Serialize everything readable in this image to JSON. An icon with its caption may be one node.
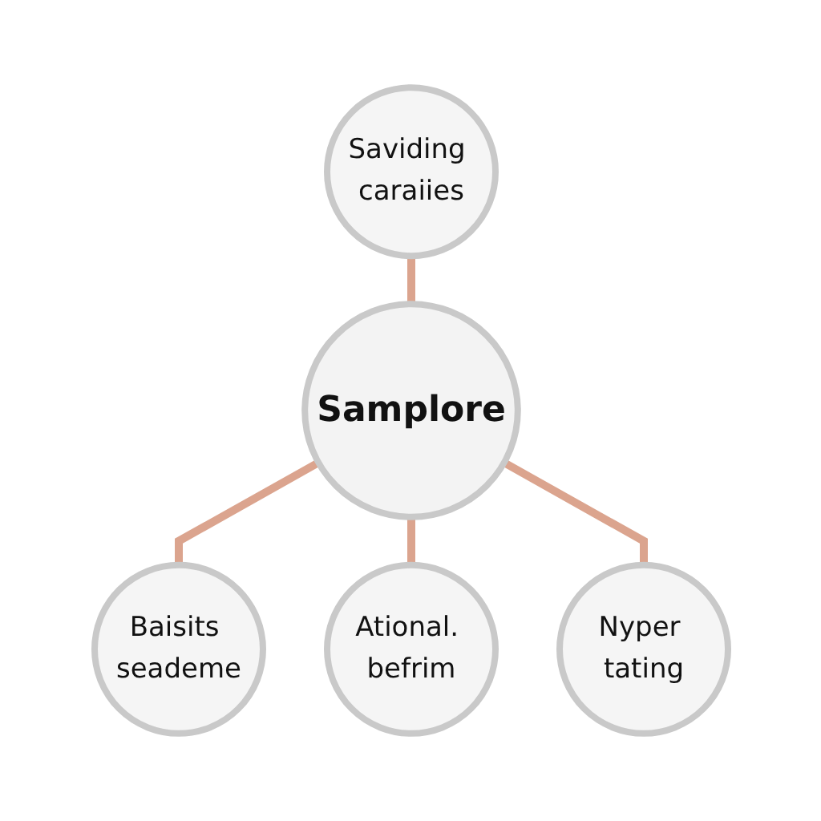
{
  "diagram": {
    "nodes": [
      {
        "text": [
          "Saviding caraiies"
        ]
      },
      {
        "text": [
          "Samplore"
        ]
      },
      {
        "text": [
          "Baisits seademe"
        ]
      },
      {
        "text": [
          "Nyper tating"
        ]
      },
      {
        "text": [
          "Ational. befrim"
        ]
      }
    ],
    "edges": [
      {
        "from": 0,
        "to": 1,
        "arrow": "none"
      },
      {
        "from": 1,
        "to": 2,
        "arrow": "none"
      },
      {
        "from": 1,
        "to": 4,
        "arrow": "none"
      },
      {
        "from": 1,
        "to": 3,
        "arrow": "none"
      }
    ]
  }
}
